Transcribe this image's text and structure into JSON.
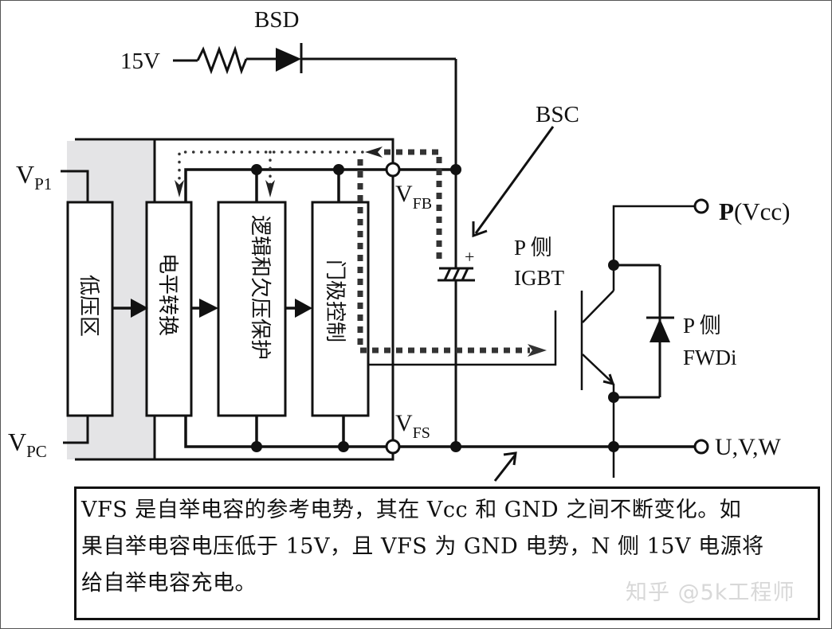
{
  "labels": {
    "bsd": "BSD",
    "v15": "15V",
    "bsc": "BSC",
    "vp1_main": "V",
    "vp1_sub": "P1",
    "vpc_main": "V",
    "vpc_sub": "PC",
    "vfb_main": "V",
    "vfb_sub": "FB",
    "vfs_main": "V",
    "vfs_sub": "FS",
    "p_bold": "P",
    "p_vcc": "(Vcc)",
    "uvw": "U,V,W",
    "igbt_line1": "P 侧",
    "igbt_line2": "IGBT",
    "fwdi_line1": "P 侧",
    "fwdi_line2": "FWDi",
    "cap_plus": "+"
  },
  "blocks": [
    {
      "id": "low-voltage",
      "text": "低压区"
    },
    {
      "id": "level-shift",
      "text": "电平转换"
    },
    {
      "id": "logic-uvp",
      "text": "逻辑和欠压保护"
    },
    {
      "id": "gate-control",
      "text": "门极控制"
    }
  ],
  "note": {
    "line1": "VFS 是自举电容的参考电势，其在 Vcc 和 GND 之间不断变化。如",
    "line2": "果自举电容电压低于 15V，且 VFS 为 GND 电势，N 侧 15V 电源将",
    "line3": "给自举电容充电。"
  },
  "watermark": "知乎 @5k工程师",
  "colors": {
    "line": "#111111",
    "shade": "#e4e4e6",
    "dash": "#333333"
  }
}
